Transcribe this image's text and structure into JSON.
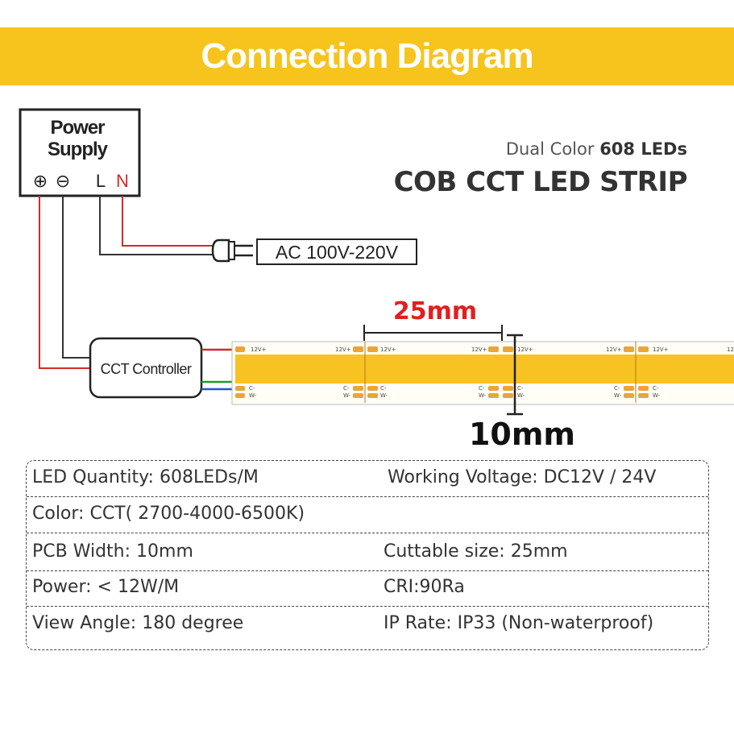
{
  "banner": {
    "title": "Connection Diagram"
  },
  "power_supply": {
    "line1": "Power",
    "line2": "Supply",
    "pos": "⊕",
    "neg": "⊖",
    "l": "L",
    "n": "N"
  },
  "ac_input": {
    "label": "AC 100V-220V"
  },
  "controller": {
    "label": "CCT Controller"
  },
  "product": {
    "subtitle_prefix": "Dual Color",
    "subtitle_bold": "608 LEDs",
    "title": "COB CCT LED STRIP"
  },
  "dimensions": {
    "cut_length": "25mm",
    "width": "10mm"
  },
  "strip_labels": {
    "plus": "12V+",
    "c": "C-",
    "w": "W-",
    "end_plus": "12"
  },
  "specs": [
    {
      "left": "LED Quantity: 608LEDs/M",
      "right": "Working Voltage: DC12V / 24V"
    },
    {
      "left": "Color: CCT( 2700-4000-6500K)",
      "right": ""
    },
    {
      "left": "PCB Width: 10mm",
      "right": "Cuttable size: 25mm"
    },
    {
      "left": "Power: < 12W/M",
      "right": "CRI:90Ra"
    },
    {
      "left": "View Angle: 180 degree",
      "right": "IP Rate: IP33 (Non-waterproof)"
    }
  ],
  "colors": {
    "banner": "#f7c41d",
    "strip": "#f8c322",
    "pad": "#e9a53a",
    "red_wire": "#d62828",
    "green_wire": "#1a9e2a",
    "blue_wire": "#2255cc",
    "dim_red": "#e02020"
  }
}
